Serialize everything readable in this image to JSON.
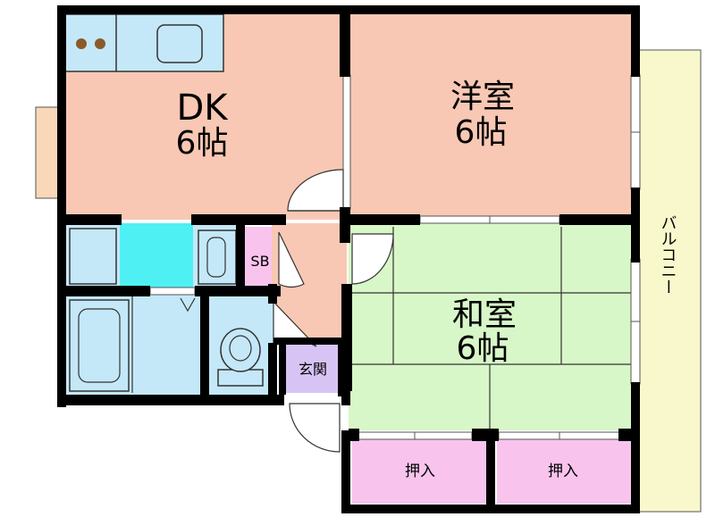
{
  "rooms": {
    "dk": {
      "name": "DK",
      "size": "6帖"
    },
    "western": {
      "name": "洋室",
      "size": "6帖"
    },
    "japanese": {
      "name": "和室",
      "size": "6帖"
    },
    "shoe_box": {
      "name": "SB"
    },
    "entrance": {
      "name": "玄関"
    },
    "closet_left": {
      "name": "押入"
    },
    "closet_right": {
      "name": "押入"
    },
    "balcony": {
      "name": "バルコニー"
    }
  },
  "colors": {
    "wall": "#000000",
    "dk_floor": "#f8c8b4",
    "western_floor": "#f8c8b4",
    "japanese_floor": "#d8f7c8",
    "wet_area": "#c4e8f8",
    "washbasin": "#4ef0f4",
    "closet": "#f8c4ee",
    "entrance": "#d8c4f4",
    "balcony": "#f8f8cc",
    "window_bay": "#f8d8b8"
  }
}
